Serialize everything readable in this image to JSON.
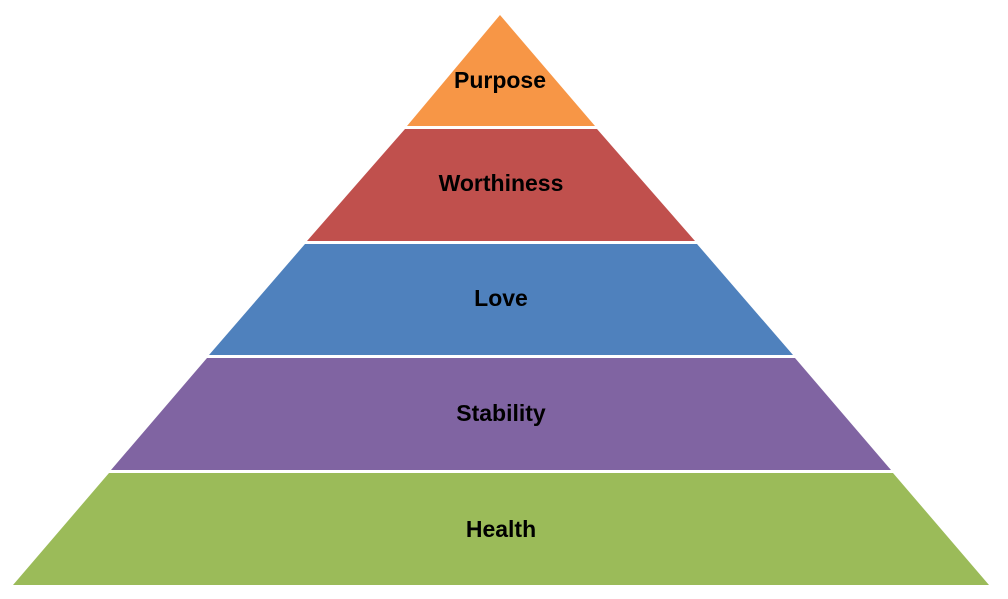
{
  "pyramid": {
    "tiers": [
      {
        "label": "Purpose",
        "color": "#f79646"
      },
      {
        "label": "Worthiness",
        "color": "#c0504d"
      },
      {
        "label": "Love",
        "color": "#4f81bd"
      },
      {
        "label": "Stability",
        "color": "#8064a2"
      },
      {
        "label": "Health",
        "color": "#9bbb59"
      }
    ]
  }
}
